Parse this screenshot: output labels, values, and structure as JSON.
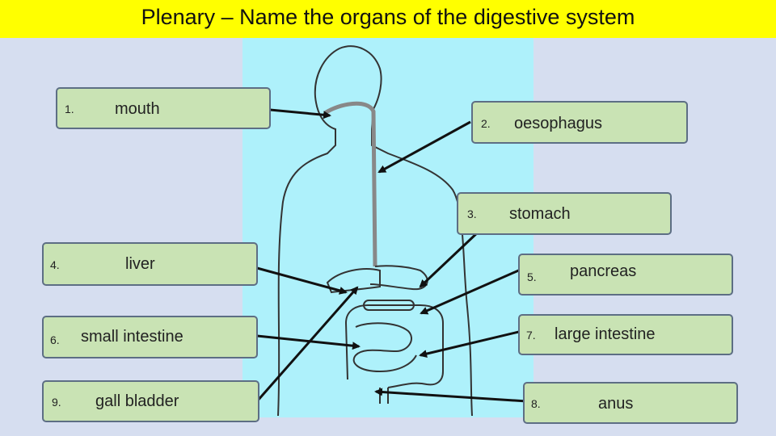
{
  "slide": {
    "title": "Plenary – Name the organs of the digestive system"
  },
  "colors": {
    "title_bar": "#ffff00",
    "background": "#d6def0",
    "diagram_panel": "#aef1fb",
    "label_box": "#c9e3b4",
    "label_border": "#5d6e84"
  },
  "labels": [
    {
      "number": "1.",
      "name": "mouth"
    },
    {
      "number": "2.",
      "name": "oesophagus"
    },
    {
      "number": "3.",
      "name": "stomach"
    },
    {
      "number": "4.",
      "name": "liver"
    },
    {
      "number": "5.",
      "name": "pancreas"
    },
    {
      "number": "6.",
      "name": "small intestine"
    },
    {
      "number": "7.",
      "name": "large intestine"
    },
    {
      "number": "8.",
      "name": "anus"
    },
    {
      "number": "9.",
      "name": "gall bladder"
    }
  ]
}
